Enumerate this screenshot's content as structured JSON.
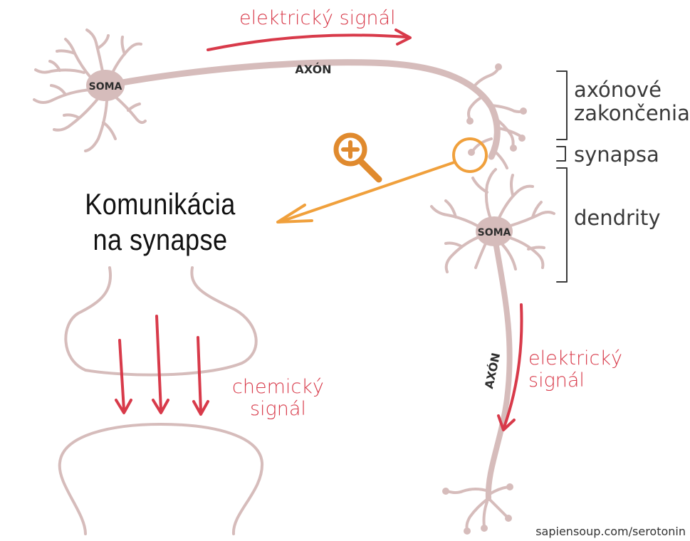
{
  "top_signal": "elektrický signál",
  "axon_top_label": "AXÓN",
  "soma_left_label": "SOMA",
  "soma_right_label": "SOMA",
  "axon_vertical_label": "AXÓN",
  "right_signal": [
    "elektrický",
    "signál"
  ],
  "bracket_labels": {
    "terminals": [
      "axónové",
      "zakončenia"
    ],
    "synapse": "synapsa",
    "dendrites": "dendrity"
  },
  "title": [
    "Komunikácia",
    "na synapse"
  ],
  "chemical_signal": [
    "chemický",
    "signál"
  ],
  "credit": "sapiensoup.com/serotonin",
  "colors": {
    "neuron": "#d6bcbb",
    "signal": "#d83a4a",
    "zoom": "#f0a03c",
    "magnifier": "#e08a2e",
    "bracket": "#3a3a3a"
  },
  "icons": {
    "magnifier": "zoom-in-magnifier-icon"
  }
}
